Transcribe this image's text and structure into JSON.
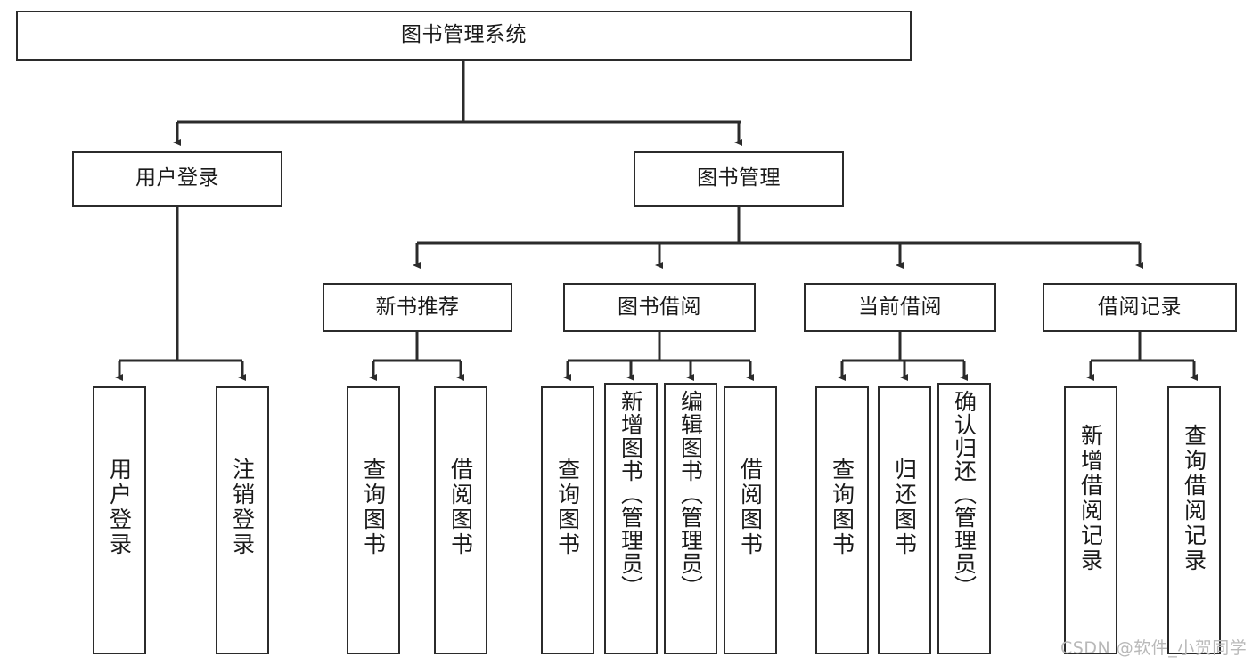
{
  "diagram": {
    "title": "图书管理系统",
    "type": "tree-hierarchy-diagram",
    "stroke_color": "#2b2b2b",
    "fill_color": "#ffffff",
    "text_color": "#1a1a1a"
  },
  "nodes": {
    "root": {
      "label": "图书管理系统"
    },
    "level2": [
      {
        "label": "用户登录"
      },
      {
        "label": "图书管理"
      }
    ],
    "level3": [
      {
        "label": "新书推荐"
      },
      {
        "label": "图书借阅"
      },
      {
        "label": "当前借阅"
      },
      {
        "label": "借阅记录"
      }
    ],
    "leaves_user_login": [
      {
        "label": "用户登录"
      },
      {
        "label": "注销登录"
      }
    ],
    "leaves_new_book": [
      {
        "label": "查询图书"
      },
      {
        "label": "借阅图书"
      }
    ],
    "leaves_borrow": [
      {
        "label": "查询图书"
      },
      {
        "label": "新增图书（管理员）"
      },
      {
        "label": "编辑图书（管理员）"
      },
      {
        "label": "借阅图书"
      }
    ],
    "leaves_current": [
      {
        "label": "查询图书"
      },
      {
        "label": "归还图书"
      },
      {
        "label": "确认归还（管理员）"
      }
    ],
    "leaves_record": [
      {
        "label": "新增借阅记录"
      },
      {
        "label": "查询借阅记录"
      }
    ]
  },
  "watermark": {
    "text": "CSDN @软件_小贺同学"
  }
}
